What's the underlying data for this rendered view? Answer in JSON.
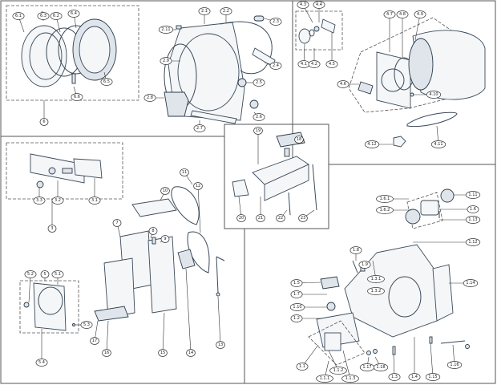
{
  "diagram": {
    "title": "Dryer exploded parts diagram",
    "sections": {
      "door": {
        "group_label": "6",
        "parts": [
          "6.1",
          "6.3",
          "6.2",
          "6.4",
          "6.5",
          "6.6"
        ]
      },
      "front_frame": {
        "parts": [
          "2.1",
          "2.2",
          "2.3",
          "2.11",
          "2.9",
          "2.4",
          "2.5",
          "2.8",
          "2.7",
          "2.6"
        ]
      },
      "drum": {
        "parts": [
          "4.3",
          "4.4",
          "4.1",
          "4.2",
          "4.5",
          "4.7",
          "4.8",
          "4.9",
          "4.6",
          "4.10",
          "4.11",
          "4.12"
        ]
      },
      "control_panel": {
        "group_label": "3",
        "parts": [
          "3.3",
          "3.2",
          "3.1"
        ]
      },
      "cabinet": {
        "parts": [
          "7",
          "8",
          "9",
          "10",
          "11",
          "12",
          "13",
          "14",
          "15",
          "16",
          "17"
        ]
      },
      "front_panel": {
        "group_label": "5",
        "parts": [
          "5.2",
          "5.1",
          "5.3",
          "5.4"
        ]
      },
      "top_module": {
        "parts": [
          "19",
          "18",
          "20",
          "21",
          "22",
          "23"
        ]
      },
      "motor": {
        "parts": [
          "1.6.1",
          "1.6.2",
          "1.11",
          "1.6",
          "1.13",
          "1.12"
        ]
      },
      "base": {
        "parts": [
          "1.8",
          "1.9",
          "1.5",
          "1.7",
          "1.10",
          "1.2",
          "1.3.1",
          "1.3.2",
          "1.14",
          "1.1",
          "1.1.2",
          "1.1.1",
          "1.1.3",
          "1.17",
          "1.18",
          "1.3",
          "1.4",
          "1.15",
          "1.16"
        ]
      }
    }
  }
}
